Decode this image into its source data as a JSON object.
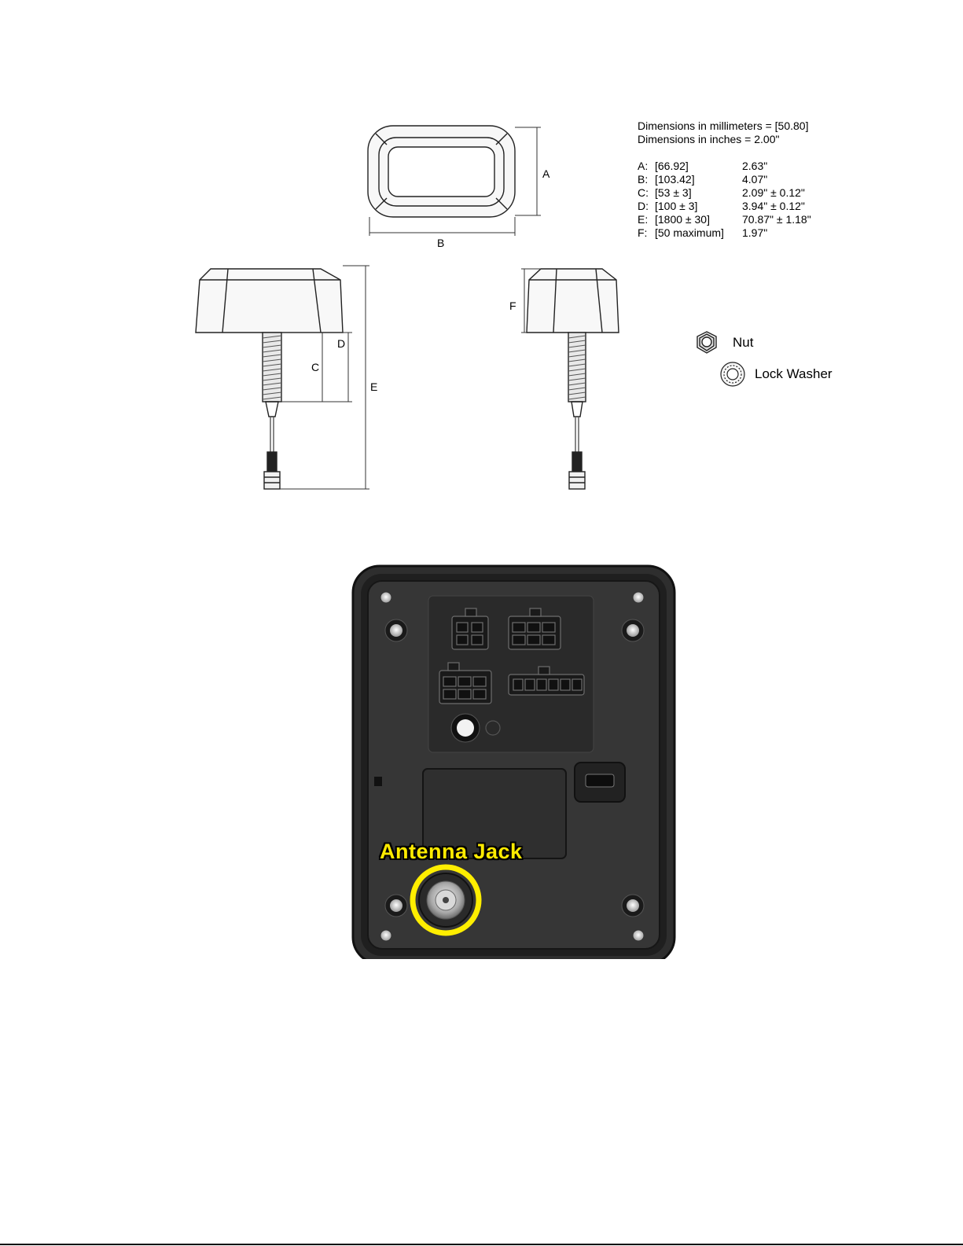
{
  "legend": {
    "mm_note": "Dimensions in millimeters = [50.80]",
    "in_note": "Dimensions in inches = 2.00\"",
    "rows": [
      {
        "key": "A:",
        "mm": "[66.92]",
        "in": "2.63\""
      },
      {
        "key": "B:",
        "mm": "[103.42]",
        "in": "4.07\""
      },
      {
        "key": "C:",
        "mm": "[53 ± 3]",
        "in": "2.09\" ± 0.12\""
      },
      {
        "key": "D:",
        "mm": "[100 ± 3]",
        "in": "3.94\" ± 0.12\""
      },
      {
        "key": "E:",
        "mm": "[1800 ± 30]",
        "in": "70.87\" ± 1.18\""
      },
      {
        "key": "F:",
        "mm": "[50 maximum]",
        "in": "1.97\""
      }
    ]
  },
  "dim_labels": {
    "a": "A",
    "b": "B",
    "c": "C",
    "d": "D",
    "e": "E",
    "f": "F"
  },
  "hardware": {
    "nut": "Nut",
    "lock_washer": "Lock Washer"
  },
  "callout": {
    "antenna_jack": "Antenna Jack"
  }
}
